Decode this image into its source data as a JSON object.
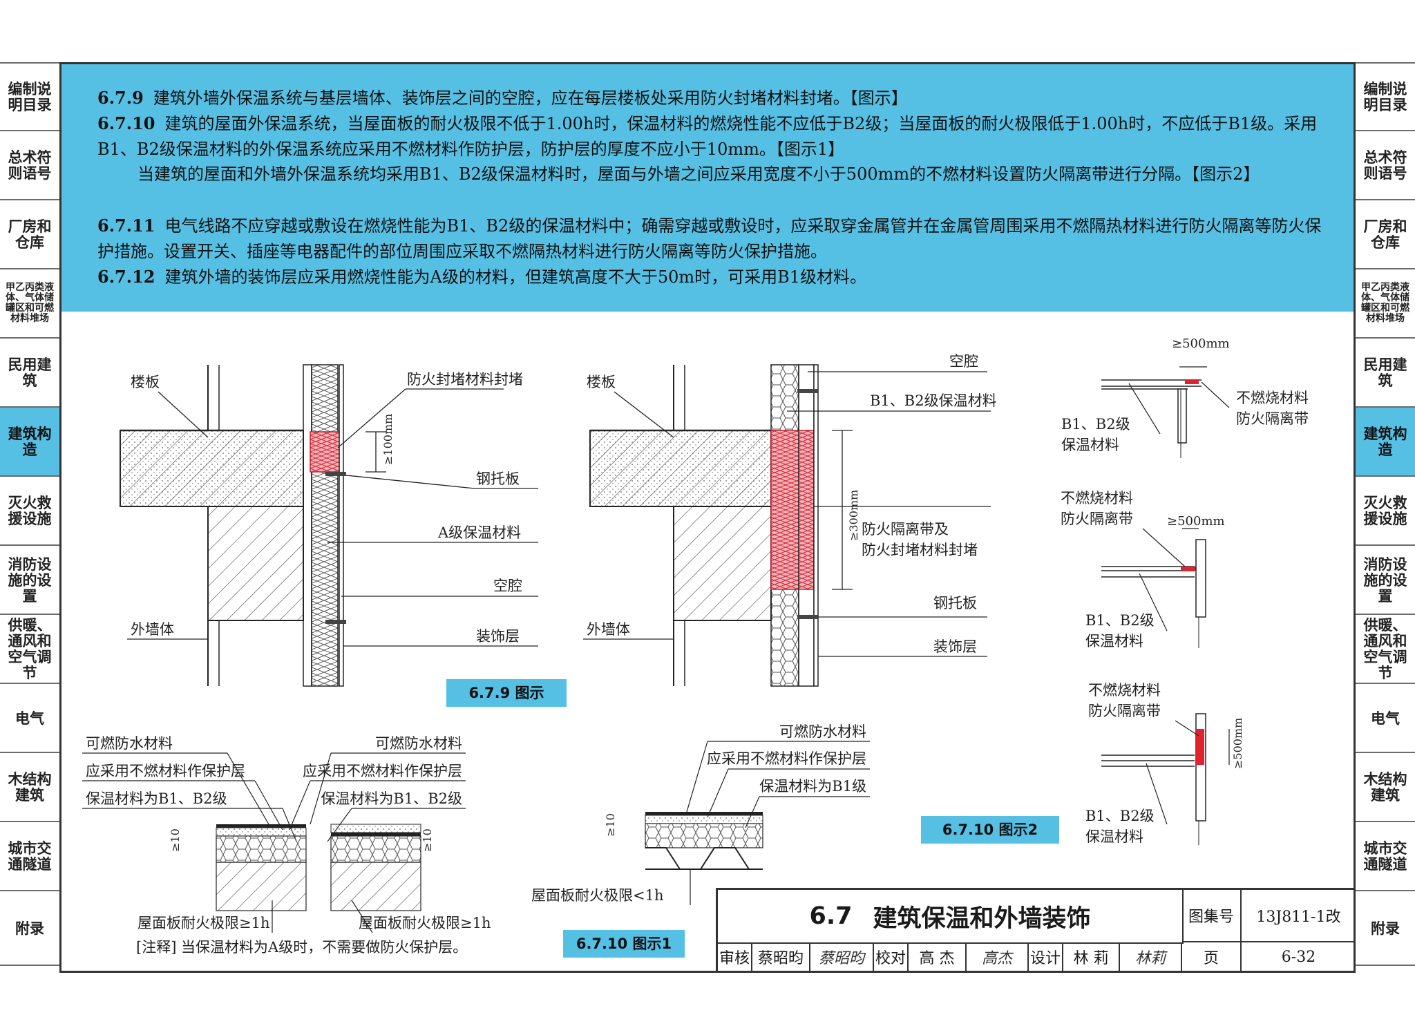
{
  "side_tabs": [
    {
      "label": "编制说明目录"
    },
    {
      "label": "总术符则语号"
    },
    {
      "label": "厂房和仓库"
    },
    {
      "label": "甲乙丙类液体、气体储罐区和可燃材料堆场"
    },
    {
      "label": "民用建筑"
    },
    {
      "label": "建筑构造",
      "active": true
    },
    {
      "label": "灭火救援设施"
    },
    {
      "label": "消防设施的设置"
    },
    {
      "label": "供暖、通风和空气调节"
    },
    {
      "label": "电气"
    },
    {
      "label": "木结构建筑"
    },
    {
      "label": "城市交通隧道"
    },
    {
      "label": "附录"
    }
  ],
  "spec": {
    "p1_num": "6.7.9",
    "p1": "建筑外墙外保温系统与基层墙体、装饰层之间的空腔，应在每层楼板处采用防火封堵材料封堵。【图示】",
    "p2_num": "6.7.10",
    "p2": "建筑的屋面外保温系统，当屋面板的耐火极限不低于1.00h时，保温材料的燃烧性能不应低于B2级；当屋面板的耐火极限低于1.00h时，不应低于B1级。采用B1、B2级保温材料的外保温系统应采用不燃材料作防护层，防护层的厚度不应小于10mm。【图示1】",
    "p3": "当建筑的屋面和外墙外保温系统均采用B1、B2级保温材料时，屋面与外墙之间应采用宽度不小于500mm的不燃材料设置防火隔离带进行分隔。【图示2】",
    "p4_num": "6.7.11",
    "p4": "电气线路不应穿越或敷设在燃烧性能为B1、B2级的保温材料中；确需穿越或敷设时，应采取穿金属管并在金属管周围采用不燃隔热材料进行防火隔离等防火保护措施。设置开关、插座等电器配件的部位周围应采取不燃隔热材料进行防火隔离等防火保护措施。",
    "p5_num": "6.7.12",
    "p5": "建筑外墙的装饰层应采用燃烧性能为A级的材料，但建筑高度不大于50m时，可采用B1级材料。"
  },
  "fig1": {
    "slab": "楼板",
    "seal": "防火封堵材料封堵",
    "dim": "≥100mm",
    "bracket": "钢托板",
    "insul": "A级保温材料",
    "cavity": "空腔",
    "wall": "外墙体",
    "finish": "装饰层"
  },
  "fig2": {
    "slab": "楼板",
    "cavity": "空腔",
    "insul": "B1、B2级保温材料",
    "dim": "≥300mm",
    "band1": "防火隔离带及",
    "band2": "防火封堵材料封堵",
    "bracket": "钢托板",
    "wall": "外墙体",
    "finish": "装饰层"
  },
  "caption_679": "6.7.9 图示",
  "roof1": {
    "waterproof": "可燃防水材料",
    "protect": "应采用不燃材料作保护层",
    "insul": "保温材料为B1、B2级",
    "dim": "≥10",
    "fire": "屋面板耐火极限≥1h"
  },
  "roof2": {
    "waterproof": "可燃防水材料",
    "protect": "应采用不燃材料作保护层",
    "insul": "保温材料为B1、B2级",
    "dim": "≥10",
    "fire": "屋面板耐火极限≥1h"
  },
  "roof3": {
    "waterproof": "可燃防水材料",
    "protect": "应采用不燃材料作保护层",
    "insul": "保温材料为B1级",
    "dim": "≥10",
    "fire": "屋面板耐火极限<1h"
  },
  "note": "[注释] 当保温材料为A级时，不需要做防火保护层。",
  "caption_6710_1": "6.7.10 图示1",
  "caption_6710_2": "6.7.10 图示2",
  "parapet1": {
    "dim": "≥500mm",
    "band1": "不燃烧材料",
    "band2": "防火隔离带",
    "insul1": "B1、B2级",
    "insul2": "保温材料"
  },
  "parapet2": {
    "dim": "≥500mm",
    "band1": "不燃烧材料",
    "band2": "防火隔离带",
    "insul1": "B1、B2级",
    "insul2": "保温材料"
  },
  "parapet3": {
    "dim": "≥500mm",
    "band1": "不燃烧材料",
    "band2": "防火隔离带",
    "insul1": "B1、B2级",
    "insul2": "保温材料"
  },
  "title_block": {
    "section": "6.7",
    "title": "建筑保温和外墙装饰",
    "atlas_label": "图集号",
    "atlas_no": "13J811-1改",
    "review_label": "审核",
    "reviewer": "蔡昭昀",
    "reviewer_sig": "蔡昭昀",
    "check_label": "校对",
    "checker": "高 杰",
    "checker_sig": "高杰",
    "design_label": "设计",
    "designer": "林 莉",
    "designer_sig": "林莉",
    "page_label": "页",
    "page_no": "6-32"
  },
  "colors": {
    "accent": "#56c0e4",
    "fire_band": "#e0232e",
    "line": "#222222"
  }
}
